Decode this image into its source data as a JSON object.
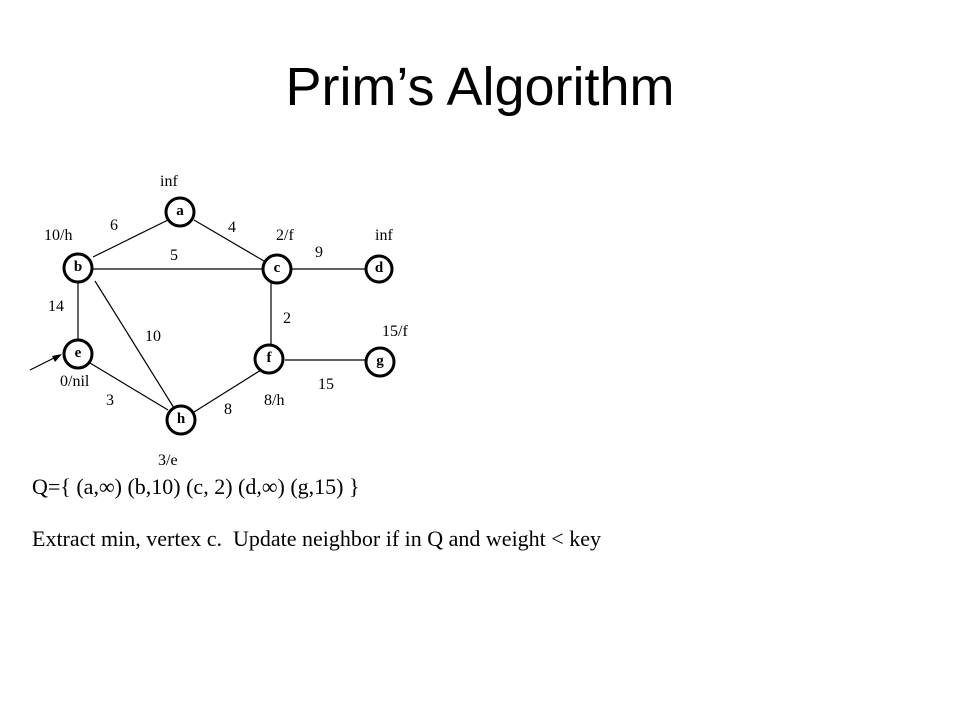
{
  "slide": {
    "title": "Prim’s Algorithm",
    "queue_line": "Q={ (a,∞) (b,10) (c, 2) (d,∞) (g,15) }",
    "instruction_line": "Extract min, vertex c.  Update neighbor if in Q and weight < key"
  },
  "graph": {
    "nodes": [
      {
        "id": "a",
        "label": "a",
        "key": "inf"
      },
      {
        "id": "b",
        "label": "b",
        "key": "10/h"
      },
      {
        "id": "c",
        "label": "c",
        "key": "2/f"
      },
      {
        "id": "d",
        "label": "d",
        "key": "inf"
      },
      {
        "id": "e",
        "label": "e",
        "key": "0/nil"
      },
      {
        "id": "f",
        "label": "f",
        "key": "8/h"
      },
      {
        "id": "g",
        "label": "g",
        "key": "15/f"
      },
      {
        "id": "h",
        "label": "h",
        "key": "3/e"
      }
    ],
    "edges": [
      {
        "from": "a",
        "to": "b",
        "weight": "6"
      },
      {
        "from": "a",
        "to": "c",
        "weight": "4"
      },
      {
        "from": "b",
        "to": "c",
        "weight": "5"
      },
      {
        "from": "c",
        "to": "d",
        "weight": "9"
      },
      {
        "from": "b",
        "to": "e",
        "weight": "14"
      },
      {
        "from": "b",
        "to": "h",
        "weight": "10"
      },
      {
        "from": "c",
        "to": "f",
        "weight": "2"
      },
      {
        "from": "f",
        "to": "g",
        "weight": "15"
      },
      {
        "from": "e",
        "to": "h",
        "weight": "3"
      },
      {
        "from": "h",
        "to": "f",
        "weight": "8"
      }
    ]
  }
}
